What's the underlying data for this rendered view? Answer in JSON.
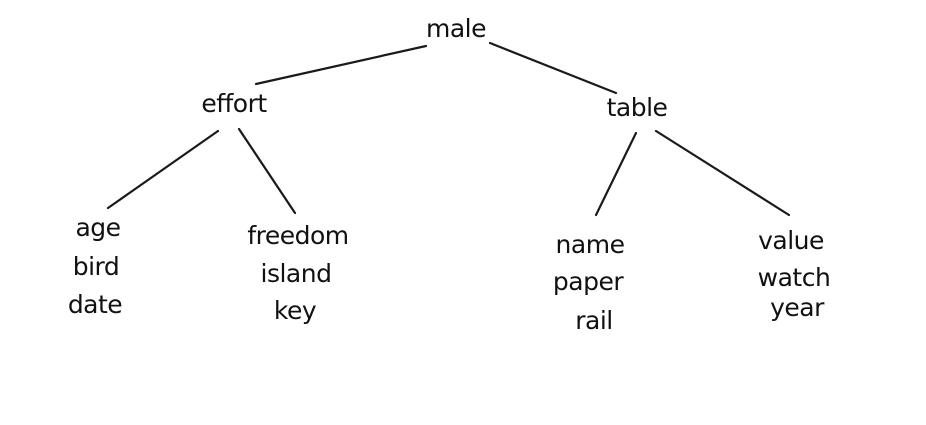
{
  "tree": {
    "root": {
      "label": "male",
      "children": [
        {
          "label": "effort",
          "children": [
            {
              "words": [
                "age",
                "bird",
                "date"
              ]
            },
            {
              "words": [
                "freedom",
                "island",
                "key"
              ]
            }
          ]
        },
        {
          "label": "table",
          "children": [
            {
              "words": [
                "name",
                "paper",
                "rail"
              ]
            },
            {
              "words": [
                "value",
                "watch",
                "year"
              ]
            }
          ]
        }
      ]
    }
  }
}
